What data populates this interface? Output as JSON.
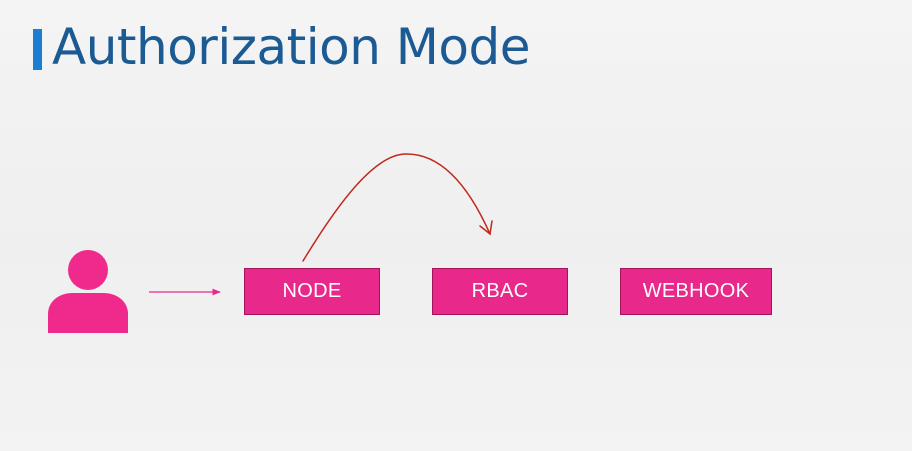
{
  "title": "Authorization Mode",
  "colors": {
    "title_text": "#1b5a93",
    "title_accent": "#1a7fd0",
    "box_fill": "#e8288b",
    "box_border": "#a3155a",
    "user_icon": "#f02a8c",
    "request_arrow": "#e8288b",
    "flow_arrow": "#c0281c"
  },
  "user": {
    "icon": "user-icon"
  },
  "modes": [
    {
      "id": "node",
      "label": "NODE"
    },
    {
      "id": "rbac",
      "label": "RBAC"
    },
    {
      "id": "webhook",
      "label": "WEBHOOK"
    }
  ],
  "flow": {
    "from": "node",
    "to": "rbac"
  }
}
